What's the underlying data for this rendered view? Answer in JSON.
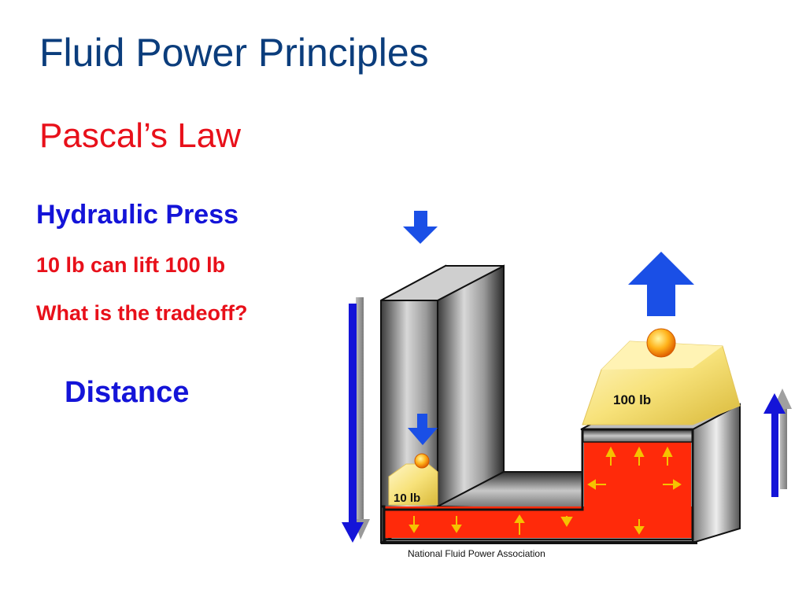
{
  "slide": {
    "title": "Fluid Power Principles",
    "subtitle": "Pascal’s Law",
    "heading": "Hydraulic Press",
    "line_1": "10 lb can lift 100 lb",
    "line_2": "What is the tradeoff?",
    "answer": "Distance"
  },
  "diagram": {
    "small_weight_label": "10 lb",
    "large_weight_label": "100 lb",
    "credit": "National Fluid Power Association",
    "fluid_color": "#ff2a0a",
    "arrow_color": "#1a4fe6",
    "weight_color": "#f7e27a",
    "icons": [
      "down-arrow-icon",
      "up-arrow-icon",
      "pressure-arrow-icon",
      "sun-ball-icon"
    ]
  }
}
